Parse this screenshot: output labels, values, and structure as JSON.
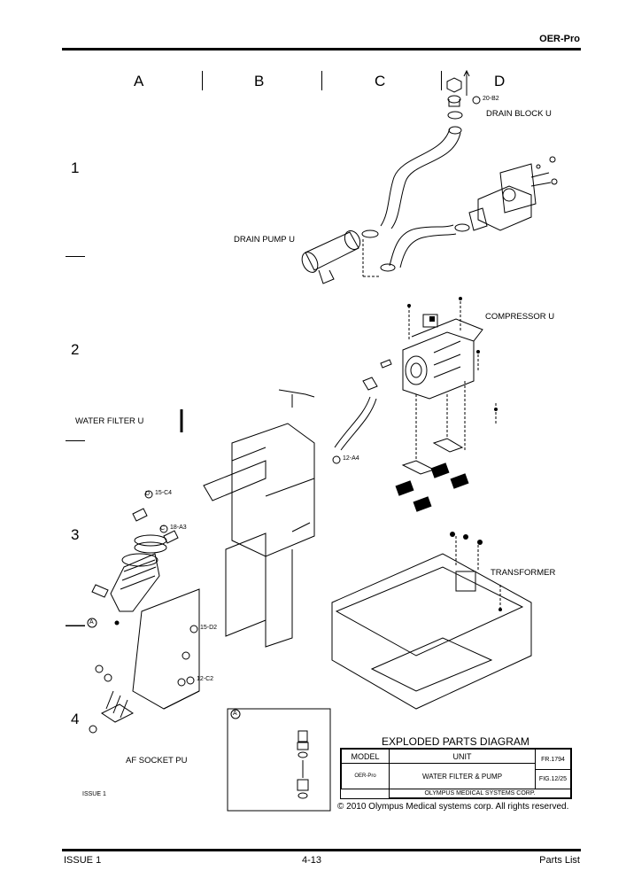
{
  "header": {
    "title": "OER-Pro"
  },
  "columns": [
    "A",
    "B",
    "C",
    "D"
  ],
  "rows": [
    "1",
    "2",
    "3",
    "4"
  ],
  "labels": {
    "drain_block": "DRAIN BLOCK U",
    "drain_pump": "DRAIN PUMP U",
    "compressor": "COMPRESSOR U",
    "water_filter": "WATER FILTER U",
    "transformer": "TRANSFORMER",
    "af_socket": "AF SOCKET PU"
  },
  "references": {
    "ref_20b2": "20-B2",
    "ref_12a4": "12-A4",
    "ref_15c4": "15-C4",
    "ref_18a3": "18-A3",
    "ref_15d2": "15-D2",
    "ref_12c2": "12-C2",
    "marker_a": "A",
    "marker_a_detail": "A",
    "marker_c": "C",
    "marker_d": "D"
  },
  "issue_note": "ISSUE 1",
  "title_block": {
    "title": "EXPLODED PARTS DIAGRAM",
    "model_header": "MODEL",
    "unit_header": "UNIT",
    "fr_number": "FR.1794",
    "model_value": "OER-Pro",
    "unit_value": "WATER FILTER & PUMP",
    "fig_number": "FIG.12/25",
    "company": "OLYMPUS MEDICAL SYSTEMS CORP."
  },
  "copyright": "© 2010 Olympus Medical systems corp. All rights reserved.",
  "footer": {
    "left": "ISSUE 1",
    "center": "4-13",
    "right": "Parts List"
  }
}
